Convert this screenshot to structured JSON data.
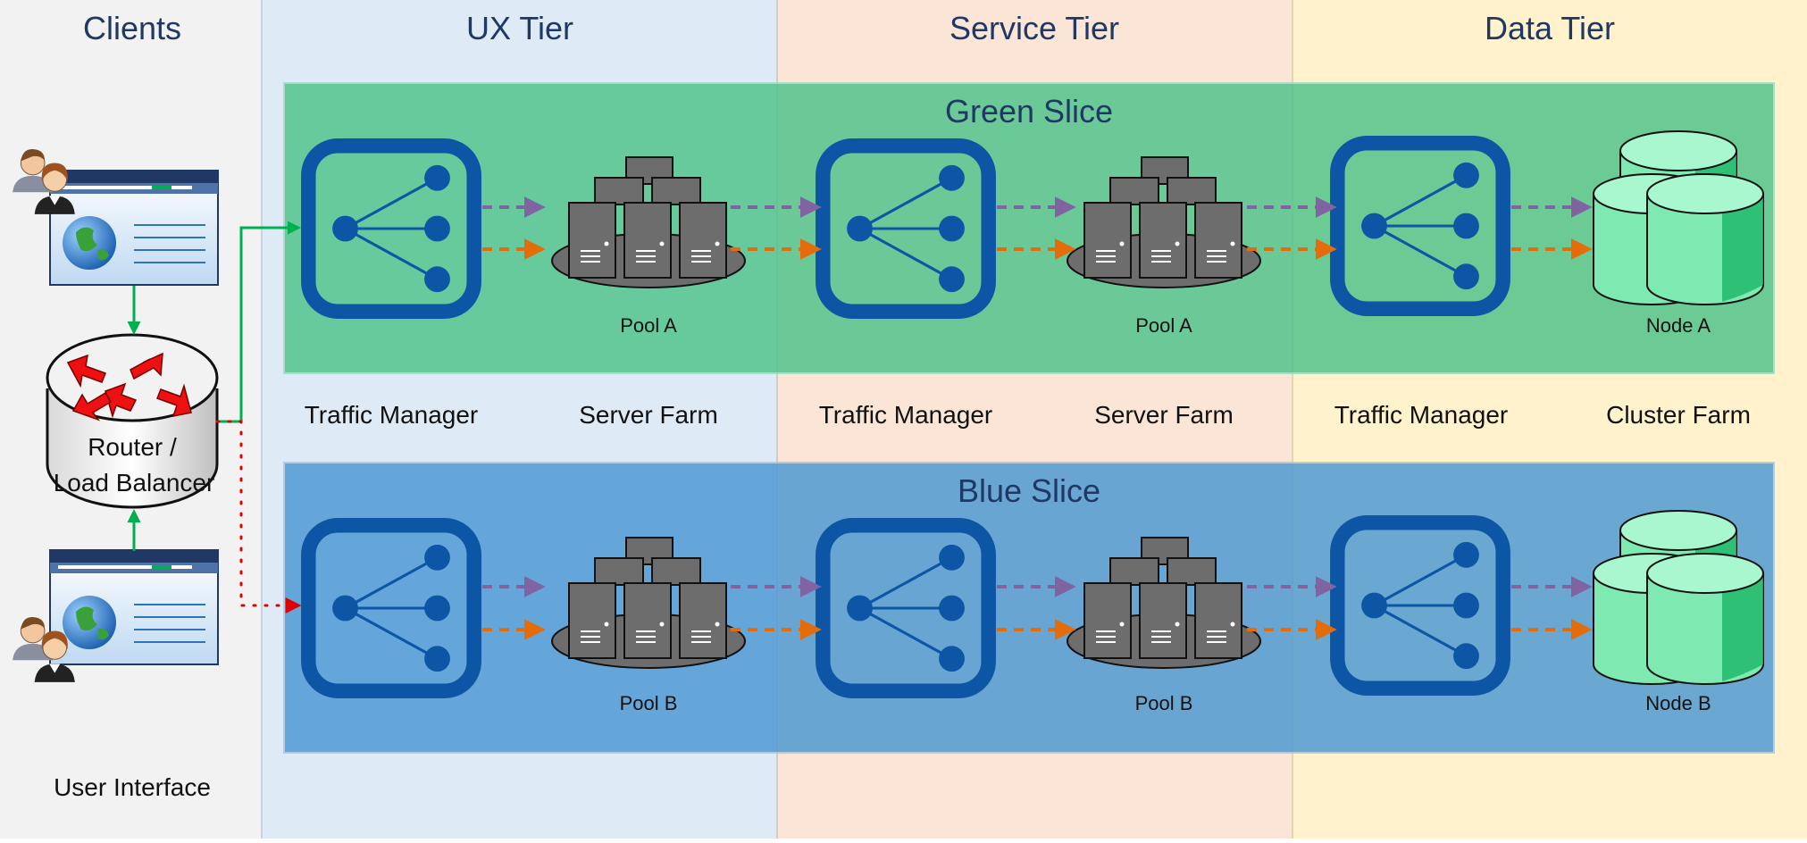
{
  "columns": {
    "clients": "Clients",
    "ux": "UX Tier",
    "service": "Service Tier",
    "data": "Data Tier"
  },
  "slices": {
    "green": {
      "title": "Green Slice",
      "ux_pool_label": "Pool A",
      "service_pool_label": "Pool A",
      "node_label": "Node A"
    },
    "blue": {
      "title": "Blue Slice",
      "ux_pool_label": "Pool B",
      "service_pool_label": "Pool B",
      "node_label": "Node B"
    }
  },
  "component_labels": {
    "ux_traffic_manager": "Traffic Manager",
    "ux_server_farm": "Server Farm",
    "service_traffic_manager": "Traffic Manager",
    "service_server_farm": "Server Farm",
    "data_traffic_manager": "Traffic Manager",
    "data_cluster_farm": "Cluster Farm"
  },
  "router": {
    "line1": "Router /",
    "line2": "Load Balancer"
  },
  "clients": {
    "user_interface_label": "User Interface"
  },
  "colors": {
    "clients_bg": "#f2f2f2",
    "ux_bg": "#deebf7",
    "service_bg": "#fbe5d6",
    "data_bg": "#fff2cc",
    "green_slice": "#4cc38a",
    "blue_slice": "#4a98d3",
    "title_text": "#1f3864",
    "icon_blue": "#0d56a6",
    "server_gray": "#6d6d6d",
    "db_green": "#7ee9b0",
    "arrow_purple": "#8064a2",
    "arrow_orange": "#e46c0a",
    "arrow_green": "#00b050",
    "arrow_red": "#e00000"
  },
  "icons": {
    "traffic_manager": "share-network-icon",
    "server_farm": "server-pool-icon",
    "database": "database-cluster-icon",
    "router": "router-icon",
    "client": "browser-users-icon"
  }
}
